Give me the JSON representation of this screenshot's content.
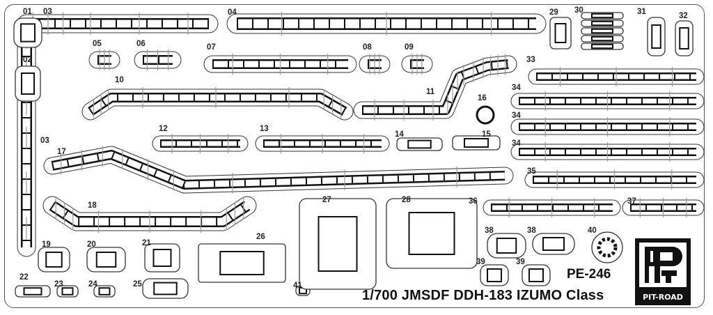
{
  "sheet": {
    "part_labels": [
      "01",
      "02",
      "03",
      "03",
      "04",
      "05",
      "06",
      "07",
      "08",
      "09",
      "10",
      "11",
      "12",
      "13",
      "14",
      "15",
      "16",
      "17",
      "18",
      "19",
      "20",
      "21",
      "22",
      "23",
      "24",
      "25",
      "26",
      "27",
      "28",
      "29",
      "30",
      "31",
      "32",
      "33",
      "34",
      "34",
      "34",
      "35",
      "36",
      "37",
      "38",
      "38",
      "39",
      "39",
      "40",
      "41"
    ],
    "product_code": "PE-246",
    "title": "1/700 JMSDF DDH-183 IZUMO Class",
    "logo_text": "PIT-ROAD"
  }
}
